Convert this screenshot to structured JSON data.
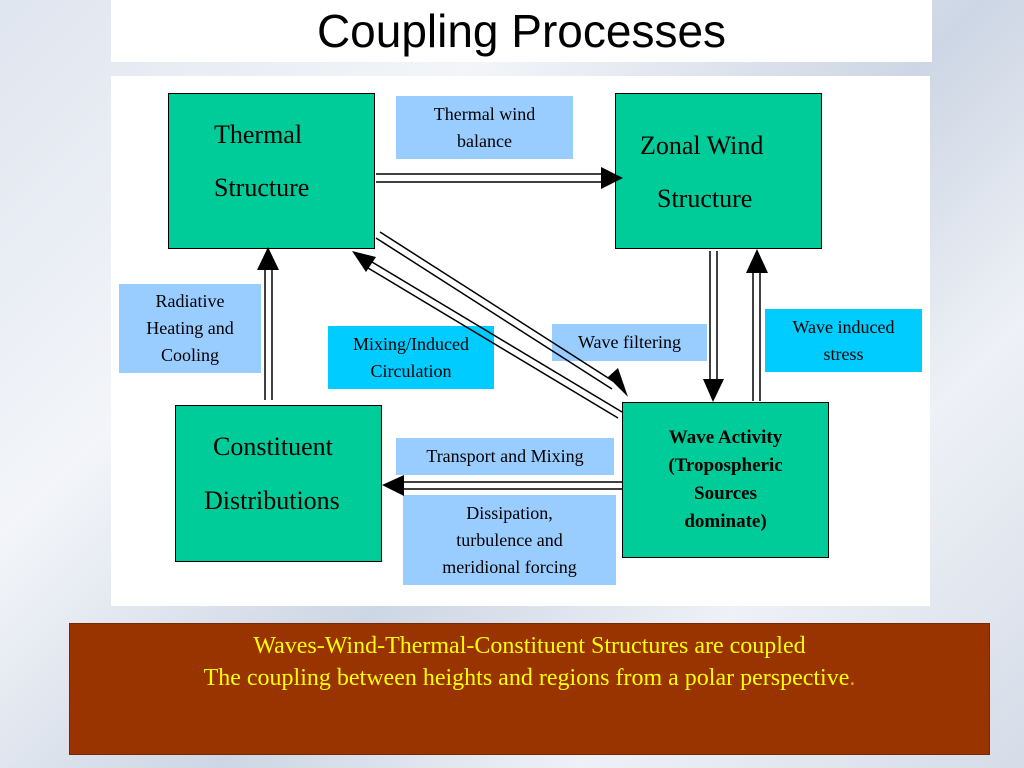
{
  "title": "Coupling Processes",
  "boxes": {
    "thermal": [
      "Thermal",
      "Structure"
    ],
    "zonal": [
      "Zonal Wind",
      "Structure"
    ],
    "constituent": [
      "Constituent",
      "Distributions"
    ],
    "wave": [
      "Wave Activity",
      "(Tropospheric",
      "Sources",
      "dominate)"
    ]
  },
  "labels": {
    "thermal_wind": [
      "Thermal wind",
      "balance"
    ],
    "radiative": [
      "Radiative",
      "Heating and",
      "Cooling"
    ],
    "mixing": [
      "Mixing/Induced",
      "Circulation"
    ],
    "wave_filtering": "Wave filtering",
    "wave_stress": [
      "Wave induced",
      "stress"
    ],
    "transport": "Transport and Mixing",
    "dissipation": [
      "Dissipation,",
      "turbulence and",
      "meridional forcing"
    ]
  },
  "caption": {
    "line1": "Waves-Wind-Thermal-Constituent Structures are coupled",
    "line2": "The coupling between heights and regions from a polar perspective",
    "end": "."
  },
  "colors": {
    "box_fill": "#00cc99",
    "label_fill": "#99ccff",
    "label_accent": "#00ccff",
    "caption_bg": "#993300",
    "caption_text": "#ffff00"
  }
}
